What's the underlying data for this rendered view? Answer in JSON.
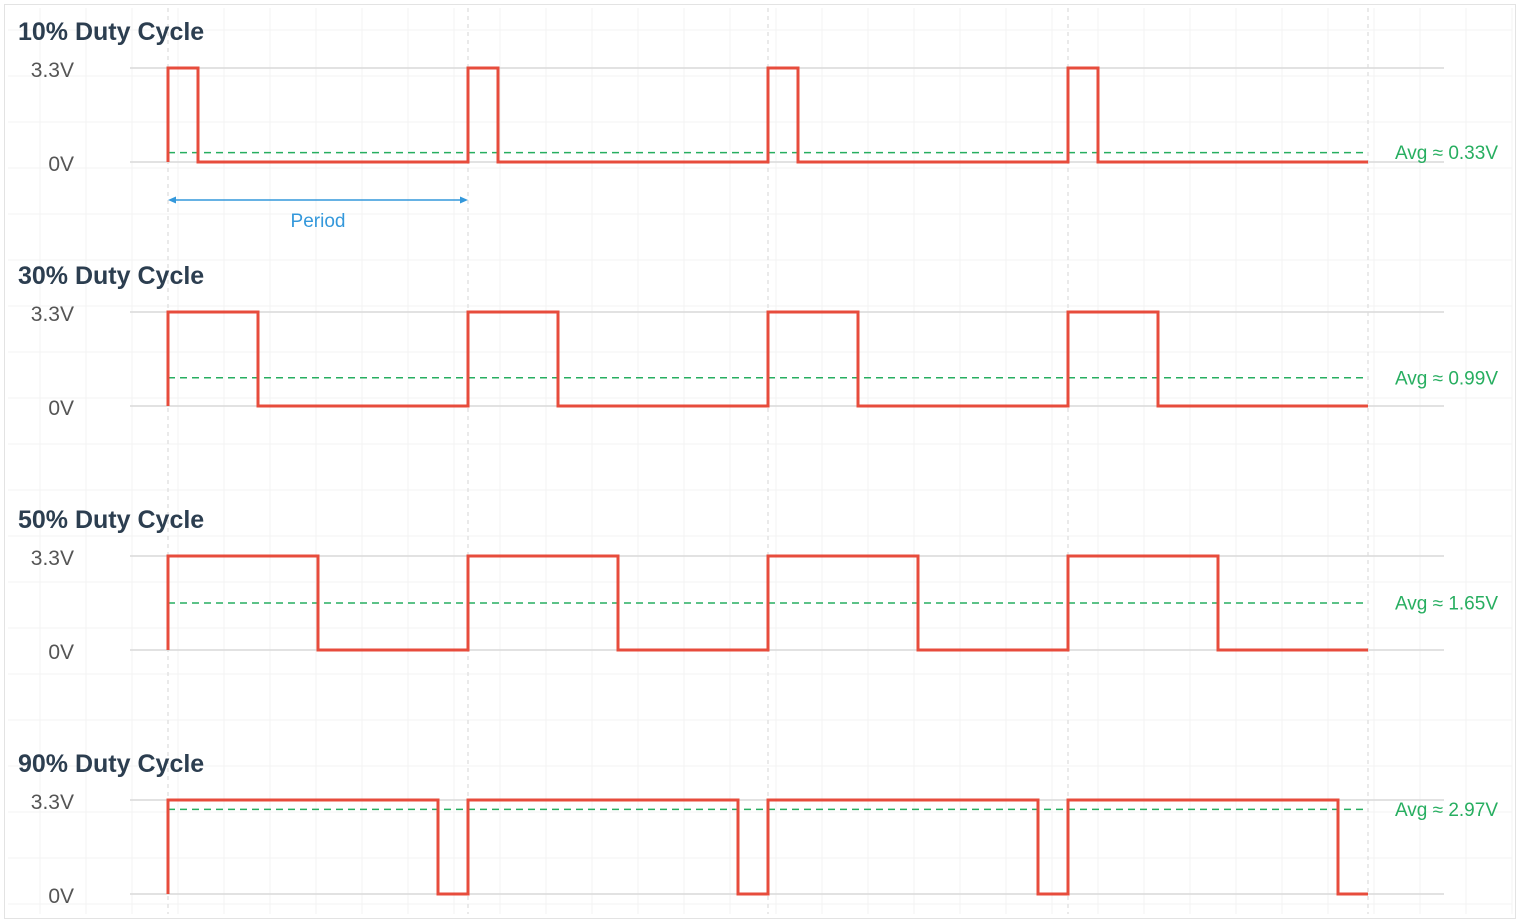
{
  "panels": [
    {
      "title": "10% Duty Cycle",
      "high_label": "3.3V",
      "low_label": "0V",
      "duty": 0.1,
      "avg_label": "Avg ≈ 0.33V",
      "period_label": "Period"
    },
    {
      "title": "30% Duty Cycle",
      "high_label": "3.3V",
      "low_label": "0V",
      "duty": 0.3,
      "avg_label": "Avg ≈ 0.99V"
    },
    {
      "title": "50% Duty Cycle",
      "high_label": "3.3V",
      "low_label": "0V",
      "duty": 0.5,
      "avg_label": "Avg ≈ 1.65V"
    },
    {
      "title": "90% Duty Cycle",
      "high_label": "3.3V",
      "low_label": "0V",
      "duty": 0.9,
      "avg_label": "Avg ≈ 2.97V"
    }
  ],
  "cycles_shown": 4,
  "colors": {
    "signal": "#e74c3c",
    "average": "#27ae60",
    "period_marker": "#3498db",
    "title": "#2c3e50",
    "level_label": "#555555"
  }
}
